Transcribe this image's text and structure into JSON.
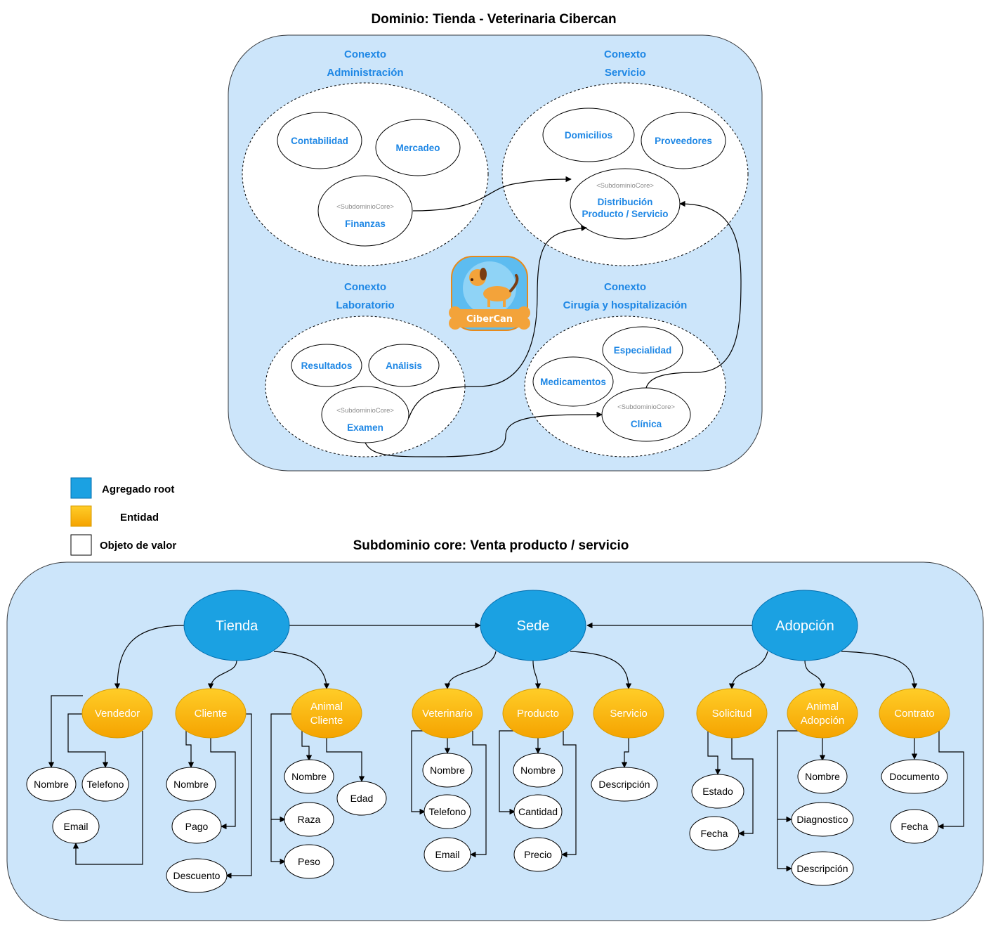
{
  "domain_title": "Dominio: Tienda - Veterinaria Cibercan",
  "contexts": {
    "admin": {
      "line1": "Conexto",
      "line2": "Administración",
      "items": [
        "Contabilidad",
        "Mercadeo"
      ],
      "core_tag": "<SubdominioCore>",
      "core_label": "Finanzas"
    },
    "servicio": {
      "line1": "Conexto",
      "line2": "Servicio",
      "items": [
        "Domicilios",
        "Proveedores"
      ],
      "core_tag": "<SubdominioCore>",
      "core_line1": "Distribución",
      "core_line2": "Producto / Servicio"
    },
    "laboratorio": {
      "line1": "Conexto",
      "line2": "Laboratorio",
      "items": [
        "Resultados",
        "Análisis"
      ],
      "core_tag": "<SubdominioCore>",
      "core_label": "Examen"
    },
    "cirugia": {
      "line1": "Conexto",
      "line2": "Cirugía y hospitalización",
      "items": [
        "Especialidad",
        "Medicamentos"
      ],
      "core_tag": "<SubdominioCore>",
      "core_label": "Clínica"
    }
  },
  "logo": {
    "text": "CiberCan"
  },
  "legend": {
    "aggregate_root": "Agregado root",
    "entity": "Entidad",
    "value_object": "Objeto de valor"
  },
  "colors": {
    "aggregate": "#1ba1e2",
    "entity": "#ffcd28",
    "entity_dark": "#f5a300",
    "panel": "#cce5fa",
    "context_text": "#1e87e5"
  },
  "core_title": "Subdominio core: Venta producto / servicio",
  "aggregates": {
    "tienda": "Tienda",
    "sede": "Sede",
    "adopcion": "Adopción"
  },
  "entities": {
    "vendedor": "Vendedor",
    "cliente": "Cliente",
    "animal_cliente_1": "Animal",
    "animal_cliente_2": "Cliente",
    "veterinario": "Veterinario",
    "producto": "Producto",
    "servicio": "Servicio",
    "solicitud": "Solicitud",
    "animal_adopcion_1": "Animal",
    "animal_adopcion_2": "Adopción",
    "contrato": "Contrato"
  },
  "values": {
    "vendedor": [
      "Nombre",
      "Telefono",
      "Email"
    ],
    "cliente": [
      "Nombre",
      "Pago",
      "Descuento"
    ],
    "animal_cliente": [
      "Nombre",
      "Edad",
      "Raza",
      "Peso"
    ],
    "veterinario": [
      "Nombre",
      "Telefono",
      "Email"
    ],
    "producto": [
      "Nombre",
      "Cantidad",
      "Precio"
    ],
    "servicio": [
      "Descripción"
    ],
    "solicitud": [
      "Estado",
      "Fecha"
    ],
    "animal_adopcion": [
      "Nombre",
      "Diagnostico",
      "Descripción"
    ],
    "contrato": [
      "Documento",
      "Fecha"
    ]
  }
}
